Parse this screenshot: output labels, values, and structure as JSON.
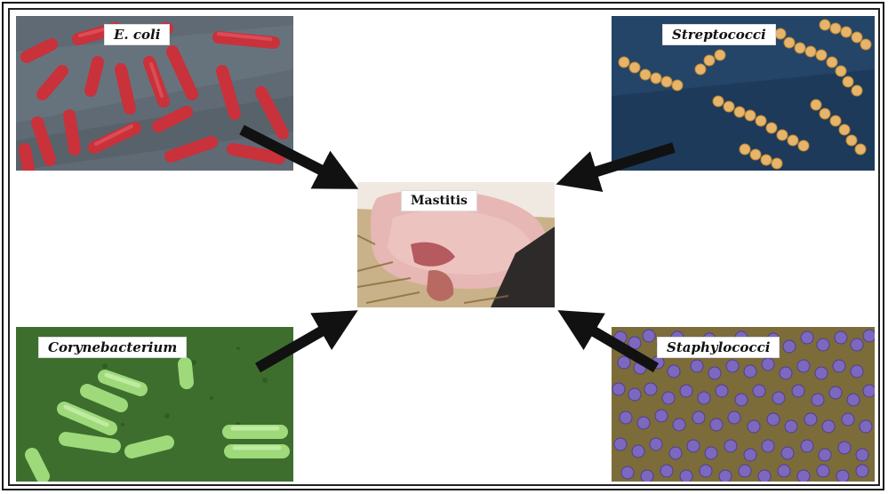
{
  "diagram": {
    "center": {
      "label": "Mastitis"
    },
    "organisms": [
      {
        "id": "ecoli",
        "label": "E. coli"
      },
      {
        "id": "streptococci",
        "label": "Streptococci"
      },
      {
        "id": "corynebacterium",
        "label": "Corynebacterium"
      },
      {
        "id": "staphylococci",
        "label": "Staphylococci"
      }
    ]
  }
}
